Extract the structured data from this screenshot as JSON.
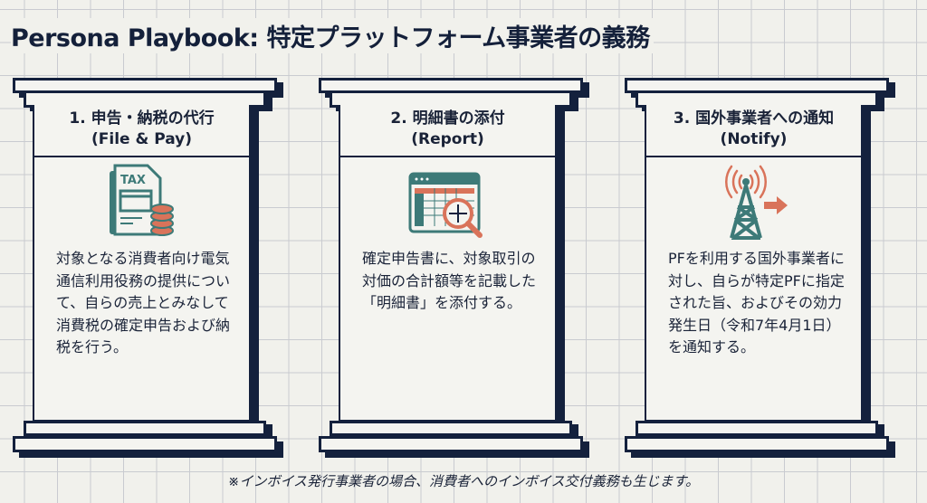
{
  "title": "Persona Playbook: 特定プラットフォーム事業者の義務",
  "pillars": [
    {
      "heading": "1. 申告・納税の代行",
      "subheading": "(File & Pay)",
      "icon": "tax-document-coins-icon",
      "icon_text": "TAX",
      "body": "対象となる消費者向け電気通信利用役務の提供について、自らの売上とみなして消費税の確定申告および納税を行う。"
    },
    {
      "heading": "2. 明細書の添付",
      "subheading": "(Report)",
      "icon": "spreadsheet-magnifier-icon",
      "body": "確定申告書に、対象取引の対価の合計額等を記載した「明細書」を添付する。"
    },
    {
      "heading": "3. 国外事業者への通知",
      "subheading": "(Notify)",
      "icon": "broadcast-tower-icon",
      "body": "PFを利用する国外事業者に対し、自らが特定PFに指定された旨、およびその効力発生日（令和7年4月1日）を通知する。"
    }
  ],
  "footnote": "※インボイス発行事業者の場合、消費者へのインボイス交付義務も生じます。",
  "colors": {
    "navy": "#14213d",
    "teal": "#3d7a78",
    "coral": "#d9735a",
    "paper": "#f4f4f0"
  }
}
